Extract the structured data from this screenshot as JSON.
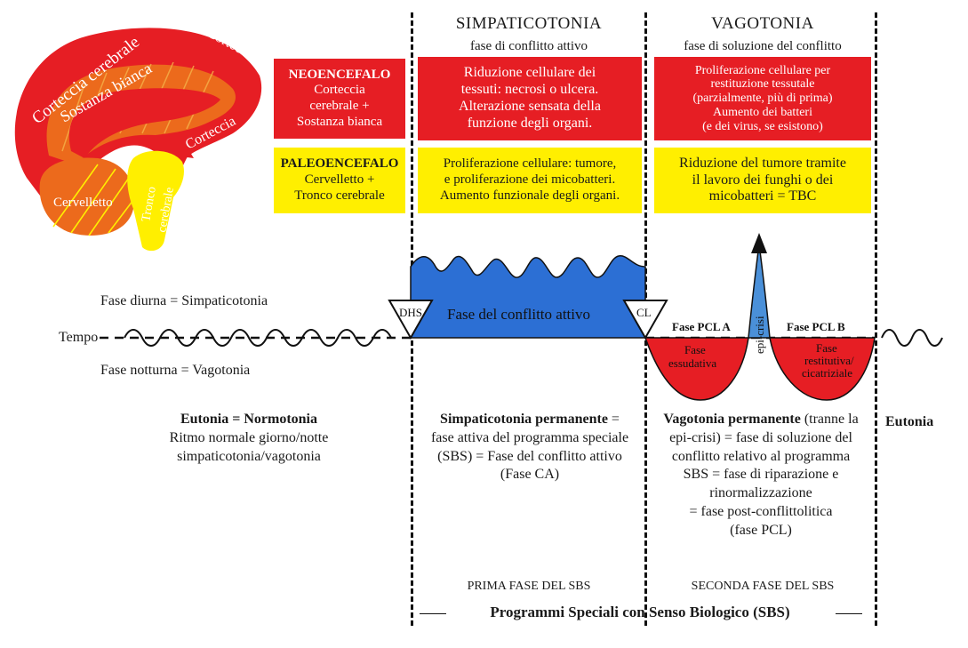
{
  "brain": {
    "labels": {
      "corteccia_outer": "Corteccia cerebrale",
      "sostanza": "Sostanza bianca",
      "corteccia_right": "Corteccia cerebrale",
      "corteccia_inner": "Corteccia",
      "cervelletto": "Cervelletto",
      "tronco": "Tronco",
      "cerebrale": "cerebrale"
    },
    "colors": {
      "red": "#e61e24",
      "orange": "#ec6a1c",
      "yellow": "#ffef00"
    }
  },
  "columns": {
    "simpatico": {
      "title": "SIMPATICOTONIA",
      "subtitle": "fase di conflitto attivo"
    },
    "vago": {
      "title": "VAGOTONIA",
      "subtitle": "fase di soluzione del conflitto"
    }
  },
  "neo": {
    "title": "NEOENCEFALO",
    "lines": [
      "Corteccia",
      "cerebrale +",
      "Sostanza bianca"
    ],
    "simpatico": [
      "Riduzione cellulare dei",
      "tessuti: necrosi o ulcera.",
      "Alterazione sensata della",
      "funzione degli organi."
    ],
    "vago": [
      "Proliferazione cellulare per",
      "restituzione tessutale",
      "(parzialmente, più di prima)",
      "Aumento dei batteri",
      "(e dei virus, se esistono)"
    ]
  },
  "paleo": {
    "title": "PALEOENCEFALO",
    "lines": [
      "Cervelletto +",
      "Tronco cerebrale"
    ],
    "simpatico": [
      "Proliferazione cellulare: tumore,",
      "e proliferazione dei micobatteri.",
      "Aumento funzionale degli organi."
    ],
    "vago": [
      "Riduzione del tumore tramite",
      "il lavoro dei funghi o dei",
      "micobatteri = TBC"
    ]
  },
  "timeline": {
    "fase_diurna": "Fase diurna = Simpaticotonia",
    "fase_notturna": "Fase notturna = Vagotonia",
    "tempo": "Tempo",
    "dhs": "DHS",
    "cl": "CL",
    "conflitto": "Fase del conflitto attivo",
    "pcl_a": "Fase PCL  A",
    "pcl_b": "Fase PCL  B",
    "epicrisi": "epi-crisi",
    "essudativa": [
      "Fase",
      "essudativa"
    ],
    "restitutiva": [
      "Fase",
      "restitutiva/",
      "cicatriziale"
    ]
  },
  "bottom": {
    "eutonia_title": "Eutonia = Normotonia",
    "eutonia_lines": [
      "Ritmo normale giorno/notte",
      "simpaticotonia/vagotonia"
    ],
    "simp_bold": "Simpaticotonia permanente",
    "simp_rest": " =",
    "simp_lines": [
      "fase attiva del programma speciale",
      "(SBS) = Fase del conflitto attivo",
      "(Fase CA)"
    ],
    "vago_bold": "Vagotonia permanente",
    "vago_rest": " (tranne la",
    "vago_lines": [
      "epi-crisi) = fase di soluzione del",
      "conflitto relativo al programma",
      "SBS = fase di riparazione e",
      "rinormalizzazione",
      "= fase post-conflittolitica",
      "(fase PCL)"
    ],
    "eutonia_right": "Eutonia",
    "prima": "PRIMA FASE DEL SBS",
    "seconda": "SECONDA FASE DEL SBS",
    "footer": "Programmi Speciali con Senso Biologico (SBS)"
  }
}
